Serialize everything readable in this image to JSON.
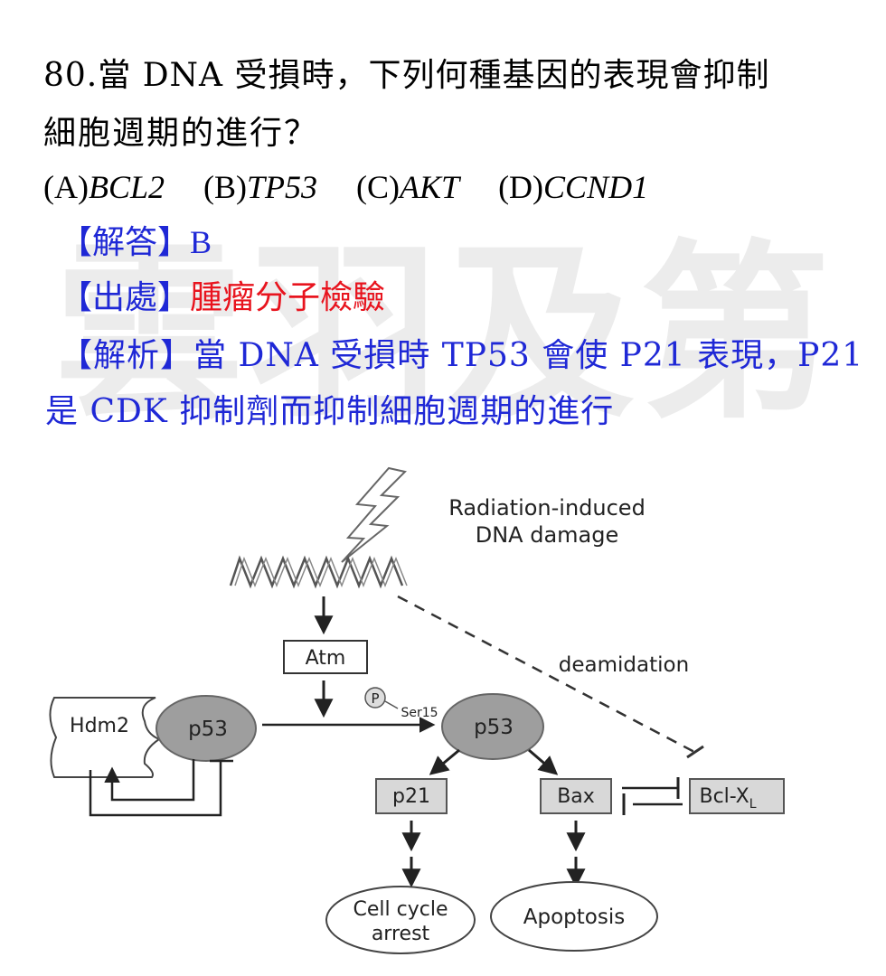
{
  "watermark": "雲羽及第",
  "question": {
    "line1": "80.當 DNA 受損時，下列何種基因的表現會抑制",
    "line2": "細胞週期的進行？",
    "options": [
      {
        "prefix": "(A)",
        "gene": "BCL2"
      },
      {
        "prefix": "(B)",
        "gene": "TP53"
      },
      {
        "prefix": "(C)",
        "gene": "AKT"
      },
      {
        "prefix": "(D)",
        "gene": "CCND1"
      }
    ]
  },
  "answer": {
    "label": "【解答】",
    "value": "B"
  },
  "source": {
    "label": "【出處】",
    "value": "腫瘤分子檢驗"
  },
  "explanation": {
    "label": "【解析】",
    "line1": "當 DNA 受損時 TP53 會使 P21 表現，P21",
    "line2": "是 CDK 抑制劑而抑制細胞週期的進行"
  },
  "diagram": {
    "damage_line1": "Radiation-induced",
    "damage_line2": "DNA damage",
    "atm": "Atm",
    "deamidation": "deamidation",
    "hdm2": "Hdm2",
    "p53_bound": "p53",
    "phospho": "P",
    "ser15": "Ser15",
    "p53_active": "p53",
    "p21": "p21",
    "bax": "Bax",
    "bclx": "Bcl-X",
    "bclx_sub": "L",
    "arrest_line1": "Cell cycle",
    "arrest_line2": "arrest",
    "apoptosis": "Apoptosis"
  },
  "colors": {
    "blue_text": "#1f28d6",
    "red_text": "#e8141e",
    "p53_fill": "#9e9e9e",
    "box_fill": "#d8d8d8"
  }
}
